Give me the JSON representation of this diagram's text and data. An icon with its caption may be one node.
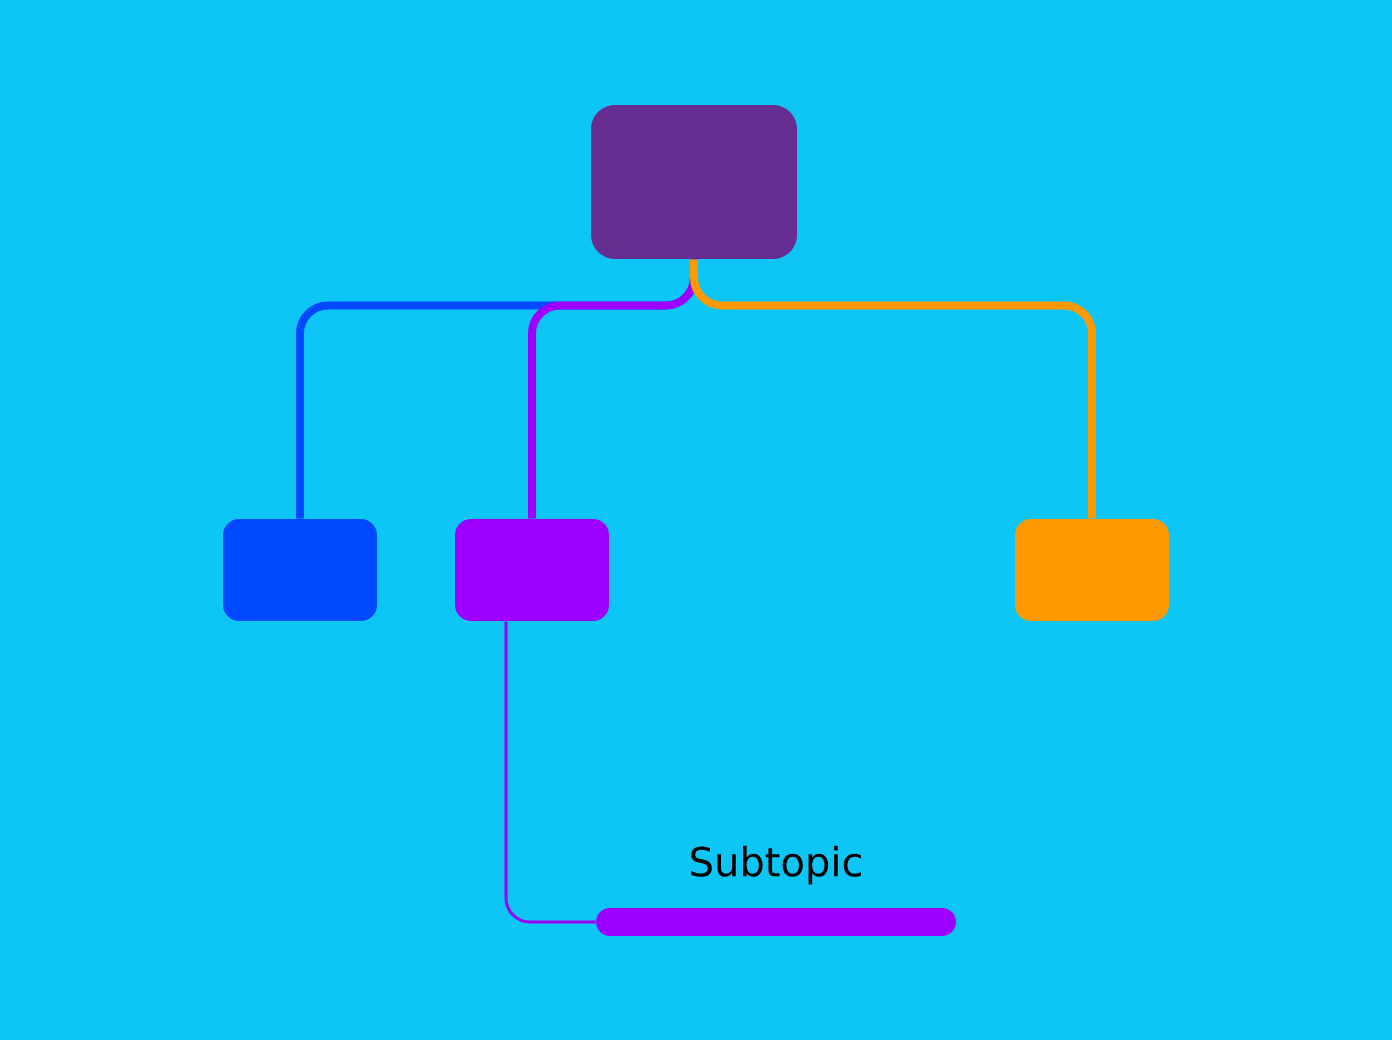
{
  "diagram": {
    "nodes": [
      {
        "text": [],
        "shape": "box"
      },
      {
        "text": [],
        "shape": "box"
      },
      {
        "text": [],
        "shape": "box"
      },
      {
        "text": [],
        "shape": "box"
      },
      {
        "text": [
          "Subtopic"
        ]
      }
    ],
    "edges": [
      {
        "from": 0,
        "to": 1,
        "arrow": "none",
        "color": "#0049ff"
      },
      {
        "from": 0,
        "to": 2,
        "arrow": "none",
        "color": "#9d00ff"
      },
      {
        "from": 0,
        "to": 3,
        "arrow": "none",
        "color": "#ff9900"
      },
      {
        "from": 2,
        "to": 4,
        "arrow": "none",
        "color": "#9d00ff"
      }
    ]
  }
}
